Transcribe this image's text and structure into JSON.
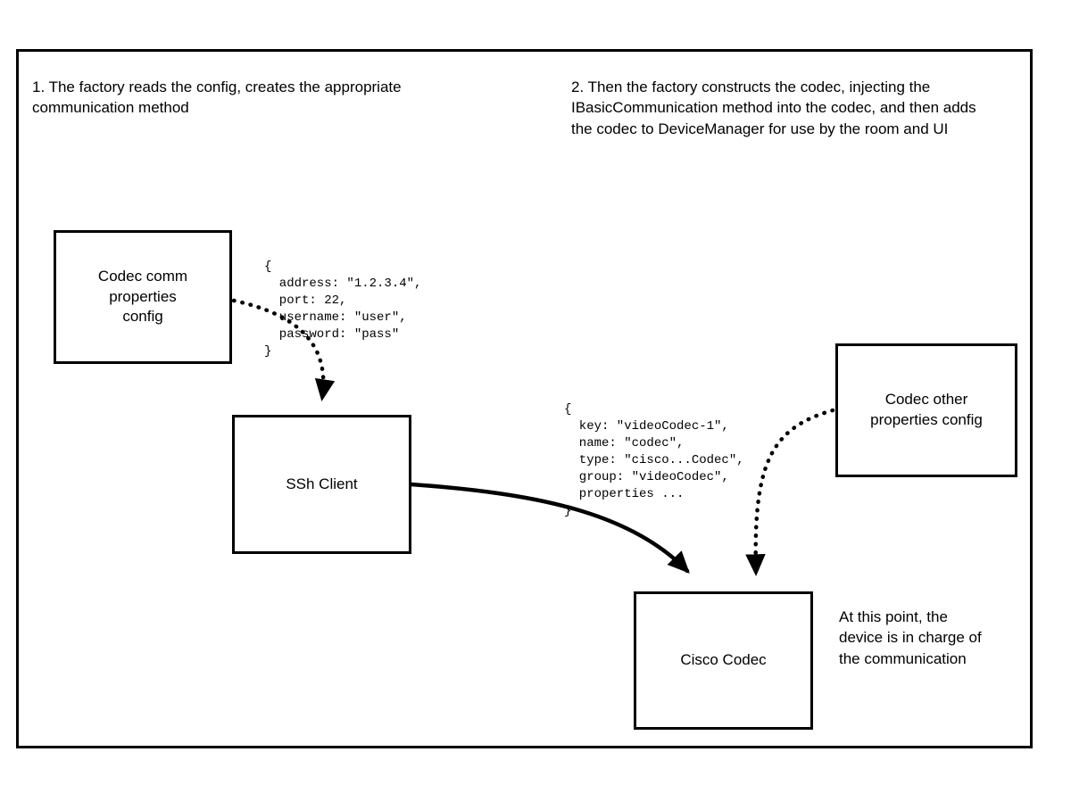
{
  "notes": {
    "step1": "1. The factory reads the config, creates the appropriate communication method",
    "step2": "2. Then the factory constructs the codec, injecting the IBasicCommunication method into the codec, and then adds the codec to DeviceManager for use by the room and UI",
    "at_this_point": "At this point, the device is in charge of the communication"
  },
  "boxes": {
    "codec_comm_config": "Codec comm properties config",
    "ssh_client": "SSh Client",
    "codec_other_config": "Codec other properties config",
    "cisco_codec": "Cisco Codec"
  },
  "code": {
    "comm_properties": "{\n  address: \"1.2.3.4\",\n  port: 22,\n  username: \"user\",\n  password: \"pass\"\n}",
    "codec_properties": "{\n  key: \"videoCodec-1\",\n  name: \"codec\",\n  type: \"cisco...Codec\",\n  group: \"videoCodec\",\n  properties ...\n}"
  },
  "colors": {
    "line": "#000000",
    "background": "#ffffff"
  }
}
